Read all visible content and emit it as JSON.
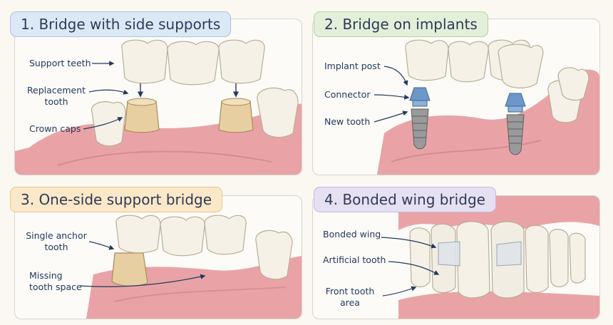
{
  "panels": [
    {
      "title": "1. Bridge with side supports",
      "labels": {
        "support_teeth": "Support teeth",
        "replacement_tooth_1": "Replacement",
        "replacement_tooth_2": "tooth",
        "crown_caps": "Crown caps"
      }
    },
    {
      "title": "2. Bridge on implants",
      "labels": {
        "implant_post": "Implant post",
        "connector": "Connector",
        "new_tooth": "New tooth"
      }
    },
    {
      "title": "3. One-side support bridge",
      "labels": {
        "single_anchor_1": "Single anchor",
        "single_anchor_2": "tooth",
        "missing_space_1": "Missing",
        "missing_space_2": "tooth space"
      }
    },
    {
      "title": "4. Bonded wing bridge",
      "labels": {
        "bonded_wing": "Bonded wing",
        "artificial_tooth": "Artificial tooth",
        "front_area_1": "Front tooth",
        "front_area_2": "area"
      }
    }
  ],
  "colors": {
    "panel1_tab": "#dbe9f7",
    "panel2_tab": "#e2f0d9",
    "panel3_tab": "#fbe8c8",
    "panel4_tab": "#e6e0f3",
    "gum": "#e9a3a6",
    "tooth": "#f6f1e6",
    "crown_cap": "#e7cfa2",
    "implant_blue": "#6d97c8",
    "implant_metal": "#9a9a9a",
    "label_text": "#22395f"
  }
}
